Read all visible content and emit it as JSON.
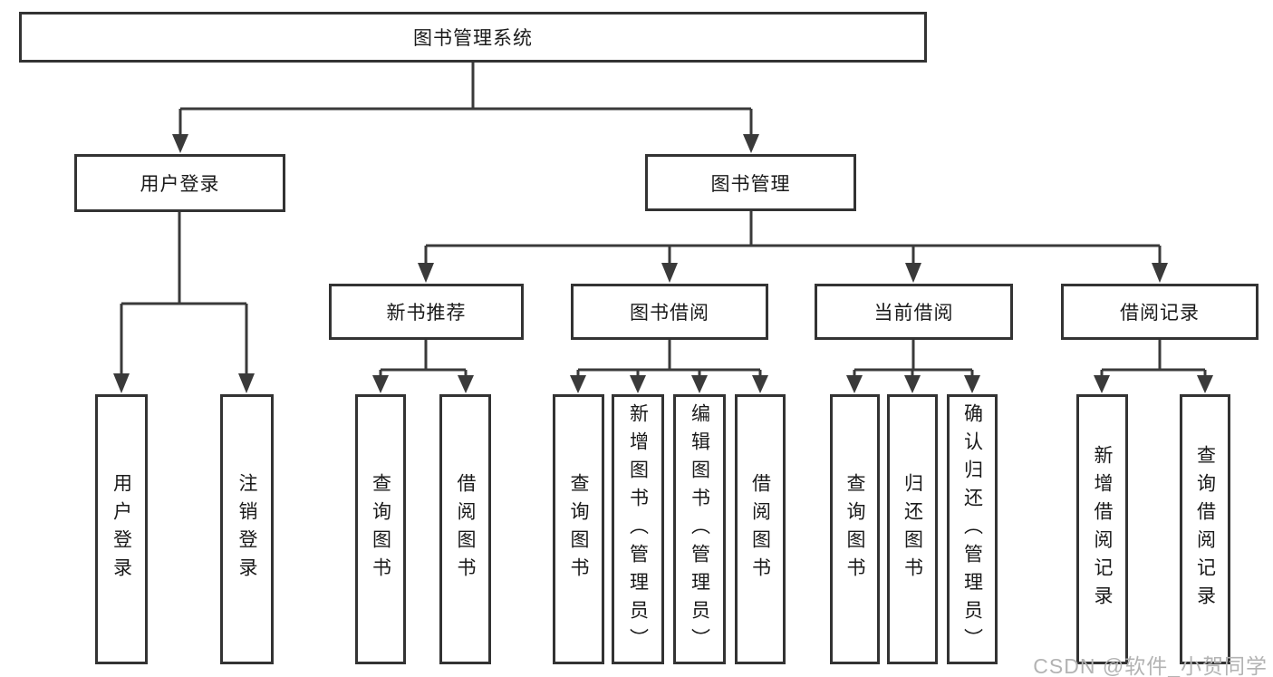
{
  "diagram": {
    "root": {
      "label": "图书管理系统"
    },
    "branches": [
      {
        "label": "用户登录",
        "children": [
          {
            "label": "用户登录"
          },
          {
            "label": "注销登录"
          }
        ]
      },
      {
        "label": "图书管理",
        "children": [
          {
            "label": "新书推荐",
            "children": [
              {
                "label": "查询图书"
              },
              {
                "label": "借阅图书"
              }
            ]
          },
          {
            "label": "图书借阅",
            "children": [
              {
                "label": "查询图书"
              },
              {
                "label": "新增图书（管理员）"
              },
              {
                "label": "编辑图书（管理员）"
              },
              {
                "label": "借阅图书"
              }
            ]
          },
          {
            "label": "当前借阅",
            "children": [
              {
                "label": "查询图书"
              },
              {
                "label": "归还图书"
              },
              {
                "label": "确认归还（管理员）"
              }
            ]
          },
          {
            "label": "借阅记录",
            "children": [
              {
                "label": "新增借阅记录"
              },
              {
                "label": "查询借阅记录"
              }
            ]
          }
        ]
      }
    ]
  },
  "watermark": {
    "text": "CSDN @软件_小贺同学",
    "color": "#b3b3b3"
  },
  "colors": {
    "background": "#ffffff",
    "line": "#3a3a3a",
    "border": "#333333",
    "text": "#1a1a1a"
  }
}
